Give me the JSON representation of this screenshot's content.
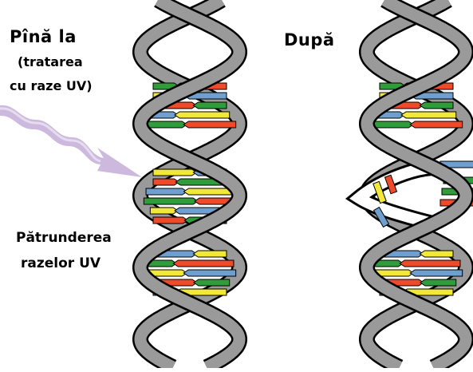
{
  "labels": {
    "before_title": "Pînă la",
    "before_sub_1": "(tratarea",
    "before_sub_2": "cu raze UV)",
    "after_title": "După",
    "penetration_1": "Pătrunderea",
    "penetration_2": "razelor UV"
  },
  "colors": {
    "strand_fill": "#9a9a9a",
    "strand_outline": "#000000",
    "base_green": "#2f9e3a",
    "base_yellow": "#f2e83a",
    "base_red": "#ef4a2a",
    "base_blue": "#6f9fcf",
    "uv_arrow": "#c9b3dc"
  },
  "icons": {
    "uv_ray": "wavy-arrow-icon",
    "dna_before": "dna-double-helix",
    "dna_after": "dna-double-helix-damaged"
  }
}
